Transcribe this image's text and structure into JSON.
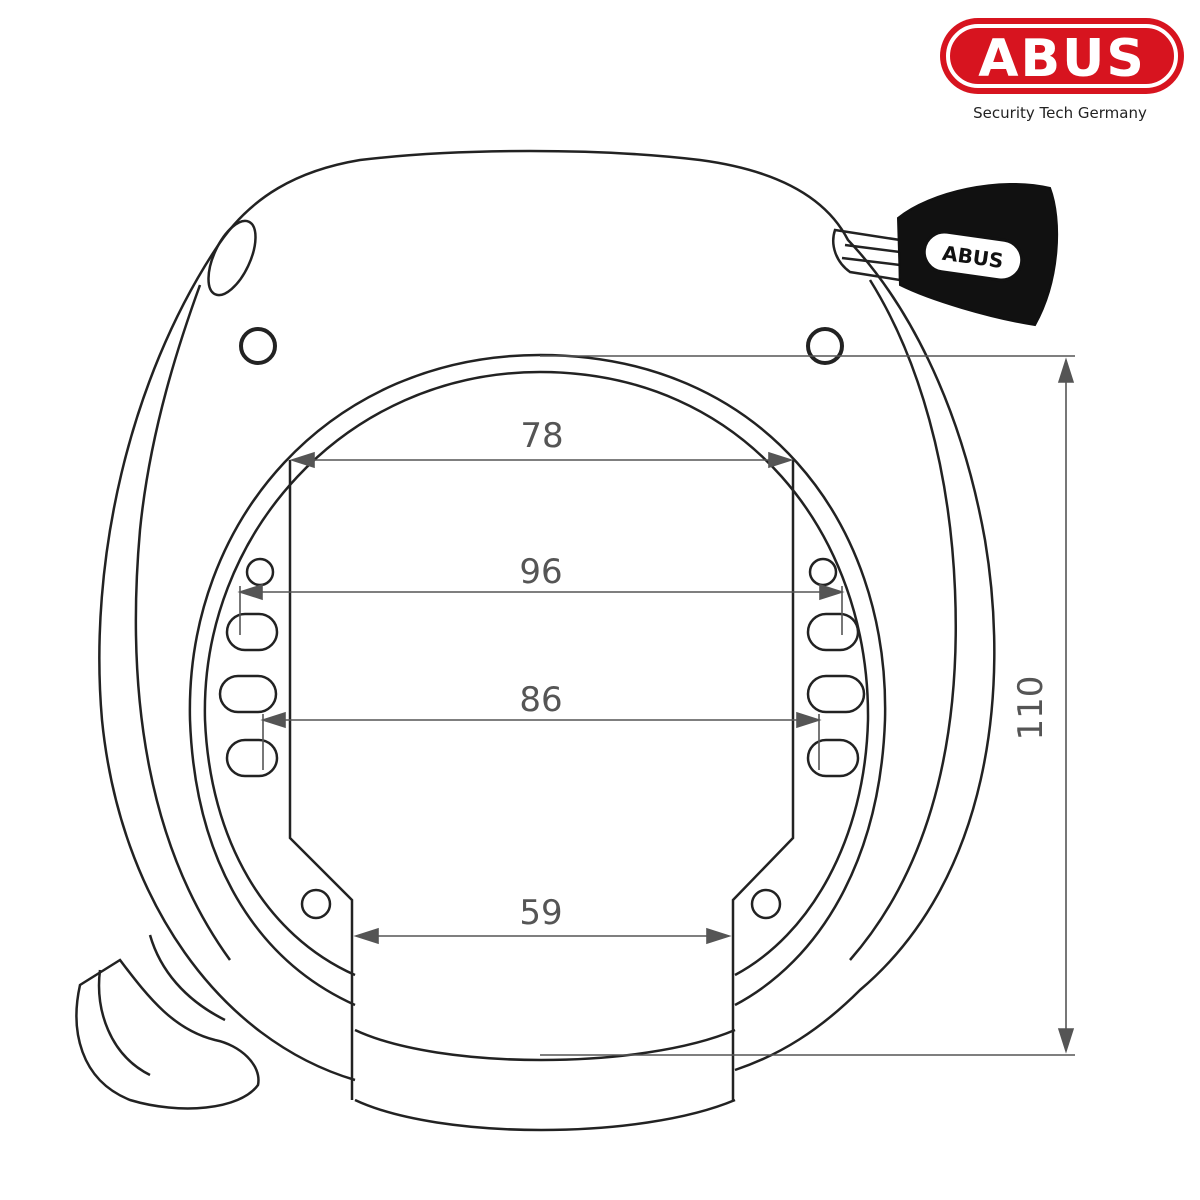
{
  "brand": {
    "logo_text": "ABUS",
    "tagline": "Security Tech Germany",
    "color": "#d7141f"
  },
  "key": {
    "logo_text": "ABUS"
  },
  "dimensions": {
    "top_width": "78",
    "upper_width": "96",
    "middle_width": "86",
    "opening_width": "59",
    "height": "110"
  },
  "colors": {
    "line": "#222222",
    "dimension_line": "#555555",
    "key_fill": "#111111"
  }
}
